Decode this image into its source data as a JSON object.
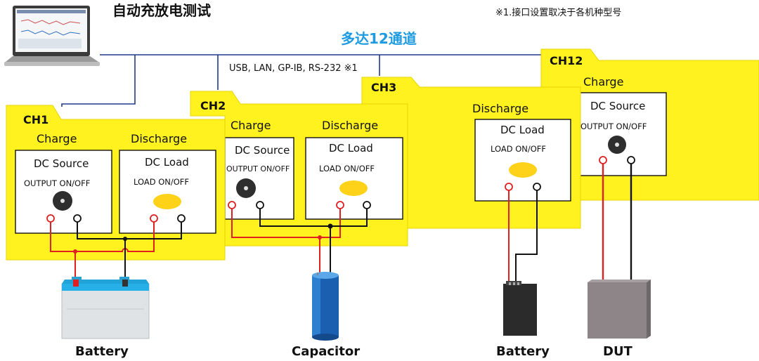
{
  "title": "自动充放电测试",
  "note": "※1.接口设置取决于各机种型号",
  "channels_caption": "多达12通道",
  "interface_label": "USB, LAN, GP-IB, RS-232 ※1",
  "colors": {
    "folder": "#fff21f",
    "blue_line": "#1f3a8a",
    "caption_blue": "#1e9be0",
    "red": "#e02020"
  },
  "ch1": {
    "name": "CH1",
    "charge": "Charge",
    "discharge": "Discharge",
    "source_title": "DC Source",
    "source_sub": "OUTPUT ON/OFF",
    "load_title": "DC Load",
    "load_sub": "LOAD ON/OFF"
  },
  "ch2": {
    "name": "CH2",
    "charge": "Charge",
    "discharge": "Discharge",
    "source_title": "DC Source",
    "source_sub": "OUTPUT ON/OFF",
    "load_title": "DC Load",
    "load_sub": "LOAD ON/OFF"
  },
  "ch3": {
    "name": "CH3",
    "discharge": "Discharge",
    "load_title": "DC Load",
    "load_sub": "LOAD ON/OFF"
  },
  "ch12": {
    "name": "CH12",
    "charge": "Charge",
    "source_title": "DC Source",
    "source_sub": "OUTPUT ON/OFF"
  },
  "devices": {
    "battery1": "Battery",
    "capacitor": "Capacitor",
    "battery2": "Battery",
    "dut": "DUT"
  }
}
